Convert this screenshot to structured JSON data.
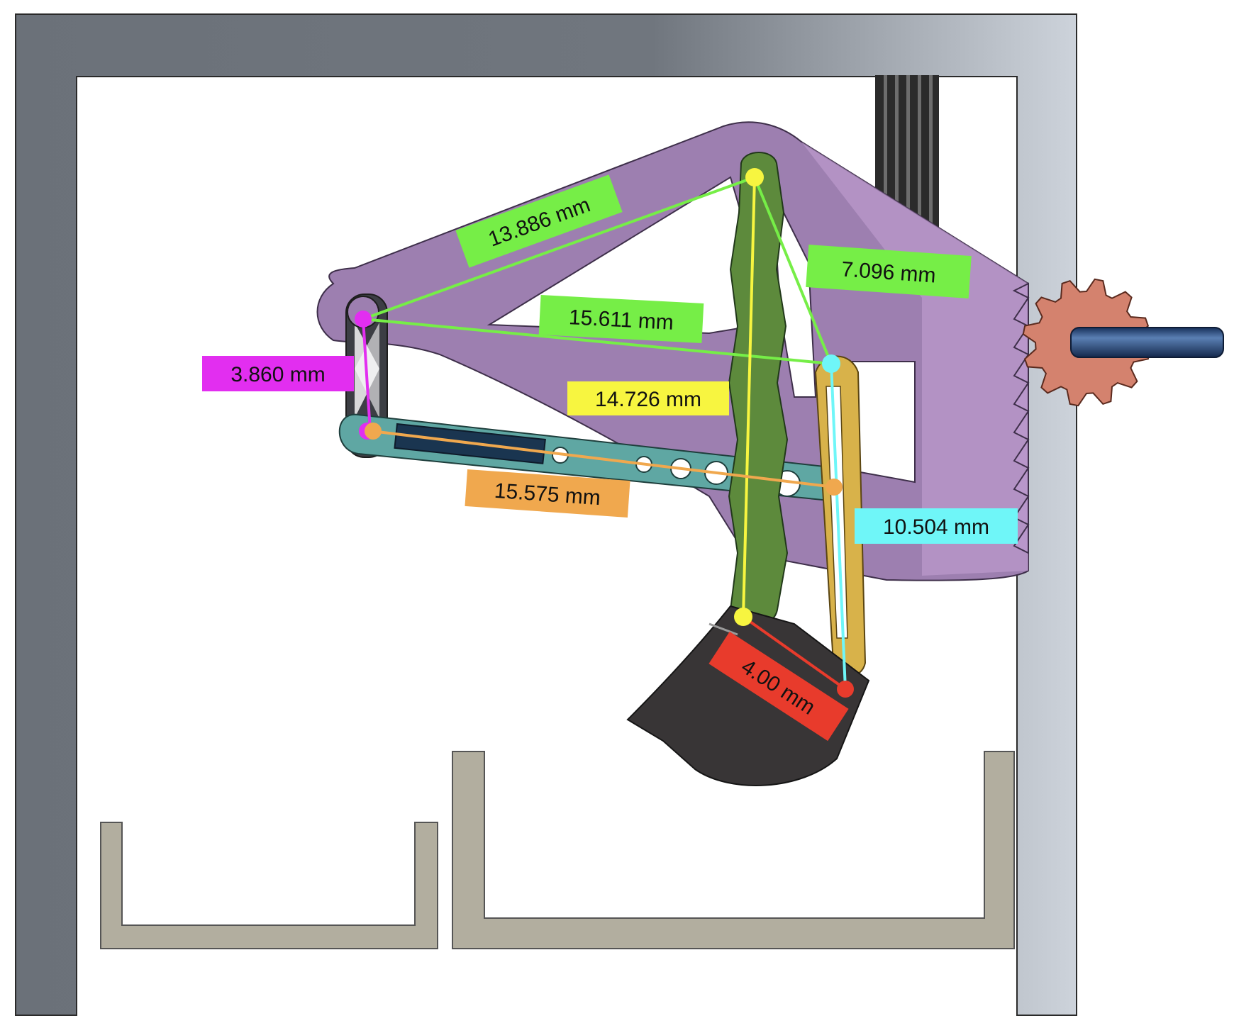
{
  "colors": {
    "frame": "#6b7179",
    "frame_highlight": "#c9d0d8",
    "boom": "#9d7fb0",
    "boom_light": "#c9a6d8",
    "arm": "#5d8a3c",
    "link_teal": "#5fa7a3",
    "link_yellow": "#d8b24a",
    "bucket": "#383536",
    "bins": "#b2ae9f",
    "gear": "#d4826e",
    "shaft": "#20406e",
    "rack": "#2f2f2f"
  },
  "dimensions": [
    {
      "id": "dim-13886",
      "label": "13.886 mm",
      "color": "#76ee47"
    },
    {
      "id": "dim-15611",
      "label": "15.611 mm",
      "color": "#76ee47"
    },
    {
      "id": "dim-7096",
      "label": "7.096 mm",
      "color": "#76ee47"
    },
    {
      "id": "dim-3860",
      "label": "3.860 mm",
      "color": "#e22ef0"
    },
    {
      "id": "dim-14726",
      "label": "14.726 mm",
      "color": "#f7f540"
    },
    {
      "id": "dim-15575",
      "label": "15.575 mm",
      "color": "#f0a84e"
    },
    {
      "id": "dim-10504",
      "label": "10.504 mm",
      "color": "#6ff6f8"
    },
    {
      "id": "dim-400",
      "label": "4.00 mm",
      "color": "#e83b2c"
    }
  ]
}
